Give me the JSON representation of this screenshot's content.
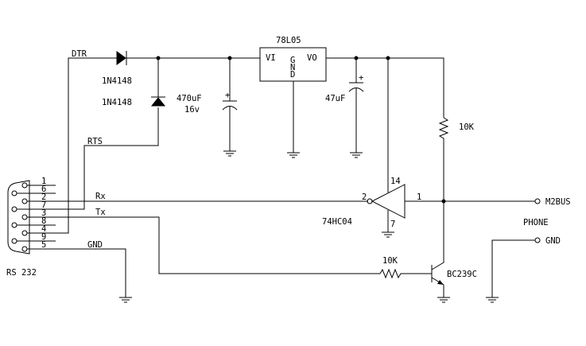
{
  "connector": {
    "label": "RS 232",
    "pins": [
      "1",
      "6",
      "2",
      "7",
      "3",
      "8",
      "4",
      "9",
      "5"
    ]
  },
  "signals": {
    "dtr": "DTR",
    "rts": "RTS",
    "rx": "Rx",
    "tx": "Tx",
    "gnd": "GND"
  },
  "components": {
    "diode1": "1N4148",
    "diode2": "1N4148",
    "cap1_value": "470uF",
    "cap1_voltage": "16v",
    "regulator": "78L05",
    "reg_vi": "VI",
    "reg_vo": "VO",
    "reg_g": "G",
    "reg_n": "N",
    "reg_d": "D",
    "cap2_value": "47uF",
    "r_pullup": "10K",
    "r_base": "10K",
    "inverter": "74HC04",
    "inv_pin_in": "2",
    "inv_pin_out": "1",
    "inv_pin_vcc": "14",
    "inv_pin_gnd": "7",
    "transistor": "BC239C",
    "cap_plus": "+"
  },
  "output": {
    "m2bus": "M2BUS",
    "phone": "PHONE",
    "gnd": "GND"
  }
}
